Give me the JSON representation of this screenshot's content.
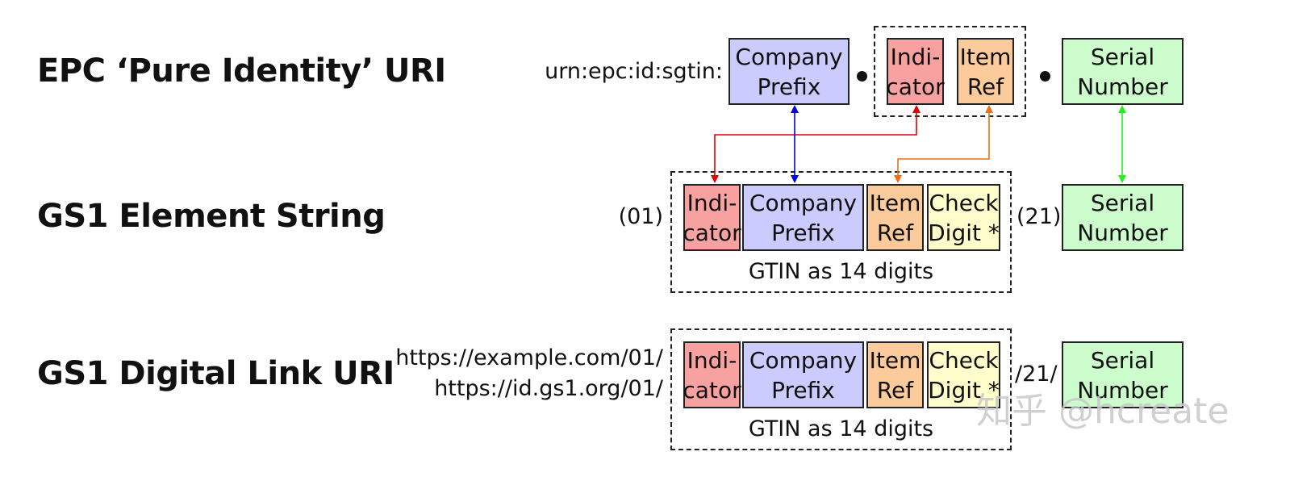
{
  "rows": {
    "epc": {
      "title": "EPC ‘Pure Identity’ URI",
      "prefix": "urn:epc:id:sgtin:",
      "company_prefix": "Company\nPrefix",
      "indicator": "Indi-\ncator",
      "item_ref": "Item\nRef",
      "serial_number": "Serial\nNumber"
    },
    "element_string": {
      "title": "GS1 Element String",
      "prefix": "(01)",
      "indicator": "Indi-\ncator",
      "company_prefix": "Company\nPrefix",
      "item_ref": "Item\nRef",
      "check_digit": "Check\nDigit *",
      "gtin_caption": "GTIN as 14 digits",
      "ai_serial": "(21)",
      "serial_number": "Serial\nNumber"
    },
    "digital_link": {
      "title": "GS1 Digital Link URI",
      "prefix_line1": "https://example.com/01/",
      "prefix_line2": "https://id.gs1.org/01/",
      "indicator": "Indi-\ncator",
      "company_prefix": "Company\nPrefix",
      "item_ref": "Item\nRef",
      "check_digit": "Check\nDigit *",
      "gtin_caption": "GTIN as 14 digits",
      "ai_serial": "/21/",
      "serial_number": "Serial\nNumber"
    }
  },
  "colors": {
    "indicator": "#f7a1a1",
    "company_prefix": "#cccbfd",
    "item_ref": "#fccb9b",
    "check_digit": "#fefdcb",
    "serial_number": "#ccfbcc",
    "arrow_red": "#e00000",
    "arrow_blue": "#0000e0",
    "arrow_orange": "#f07010",
    "arrow_green": "#22ee22"
  },
  "watermark": "知乎 @hcreate"
}
